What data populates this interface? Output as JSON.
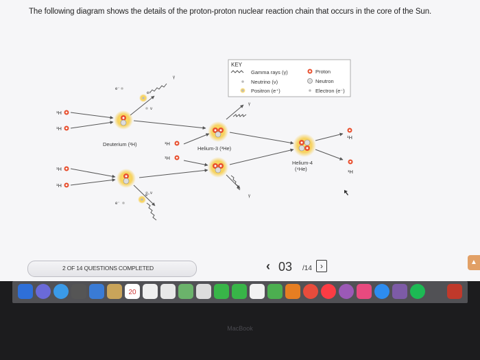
{
  "question": "The following diagram shows the details of the proton-proton nuclear reaction chain that occurs in the core of the Sun.",
  "key": {
    "title": "KEY",
    "gamma": "Gamma rays (γ)",
    "neutrino": "Neutrino (ν)",
    "positron": "Positron (e⁺)",
    "proton": "Proton",
    "neutron": "Neutron",
    "electron": "Electron (e⁻)"
  },
  "diagram": {
    "h1": "¹H",
    "gamma_sym": "γ",
    "nu_sym": "ν",
    "eplus_sym": "e⁺",
    "eminus_sym": "e⁻",
    "deuterium": "Deuterium (²H)",
    "helium3": "Helium-3 (³He)",
    "helium4_line1": "Helium-4",
    "helium4_line2": "(⁴He)"
  },
  "progress": {
    "label": "2 OF 14 QUESTIONS COMPLETED"
  },
  "pager": {
    "prev": "‹",
    "current": "03",
    "total": "/14",
    "next": "›"
  },
  "dock": {
    "calendar_day": "20"
  },
  "bezel": {
    "label": "MacBook"
  },
  "colors": {
    "proton": "#e8502f",
    "neutron": "#d9d9d9",
    "glow": "#f7d54a",
    "accent": "#e2a066"
  }
}
